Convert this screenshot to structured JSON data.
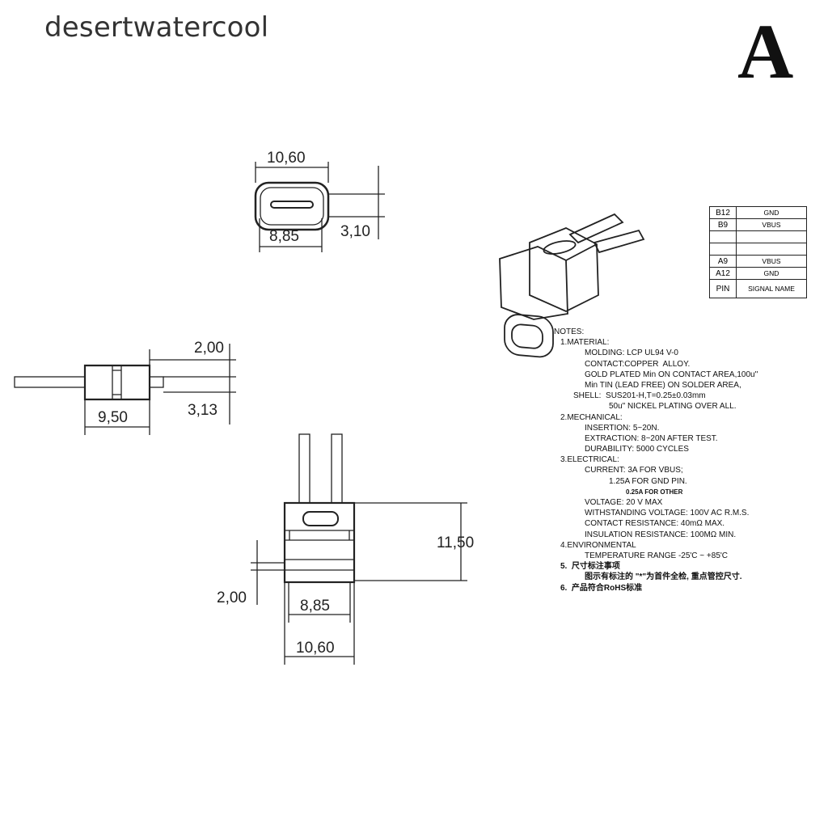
{
  "watermark": "desertwatercool",
  "variant_label": "A",
  "dimensions": {
    "top_width": "10,60",
    "top_inner_width": "8,85",
    "top_height": "3,10",
    "side_pin_offset": "2,00",
    "side_height": "3,13",
    "side_length": "9,50",
    "bottom_height": "11,50",
    "bottom_offset": "2,00",
    "bottom_inner_width": "8,85",
    "bottom_width": "10,60"
  },
  "pin_table": {
    "rows": [
      {
        "pin": "B12",
        "signal": "GND"
      },
      {
        "pin": "B9",
        "signal": "VBUS"
      },
      {
        "pin": "",
        "signal": ""
      },
      {
        "pin": "",
        "signal": ""
      },
      {
        "pin": "A9",
        "signal": "VBUS"
      },
      {
        "pin": "A12",
        "signal": "GND"
      }
    ],
    "header": {
      "pin": "PIN",
      "signal": "SIGNAL NAME"
    }
  },
  "notes": [
    "NOTES:",
    "1.MATERIAL:",
    "MOLDING: LCP UL94 V-0",
    "CONTACT:COPPER  ALLOY.",
    "GOLD PLATED Min ON CONTACT AREA,100u''",
    "Min TIN (LEAD FREE) ON SOLDER AREA,",
    "SHELL:  SUS201-H,T=0.25±0.03mm",
    "50u\" NICKEL PLATING OVER ALL.",
    "2.MECHANICAL:",
    "INSERTION: 5~20N.",
    "EXTRACTION: 8~20N AFTER TEST.",
    "DURABILITY: 5000 CYCLES",
    "3.ELECTRICAL:",
    "CURRENT: 3A FOR VBUS;",
    "1.25A FOR GND PIN.",
    "0.25A FOR OTHER",
    "VOLTAGE: 20 V MAX",
    "WITHSTANDING VOLTAGE: 100V AC R.M.S.",
    "CONTACT RESISTANCE: 40mΩ MAX.",
    "INSULATION RESISTANCE: 100MΩ MIN.",
    "4.ENVIRONMENTAL",
    "TEMPERATURE RANGE -25'C ~ +85'C",
    "5.  尺寸标注事项",
    "图示有标注的 \"*\"为首件全检, 重点管控尺寸.",
    "6.  产品符合RoHS标准"
  ]
}
